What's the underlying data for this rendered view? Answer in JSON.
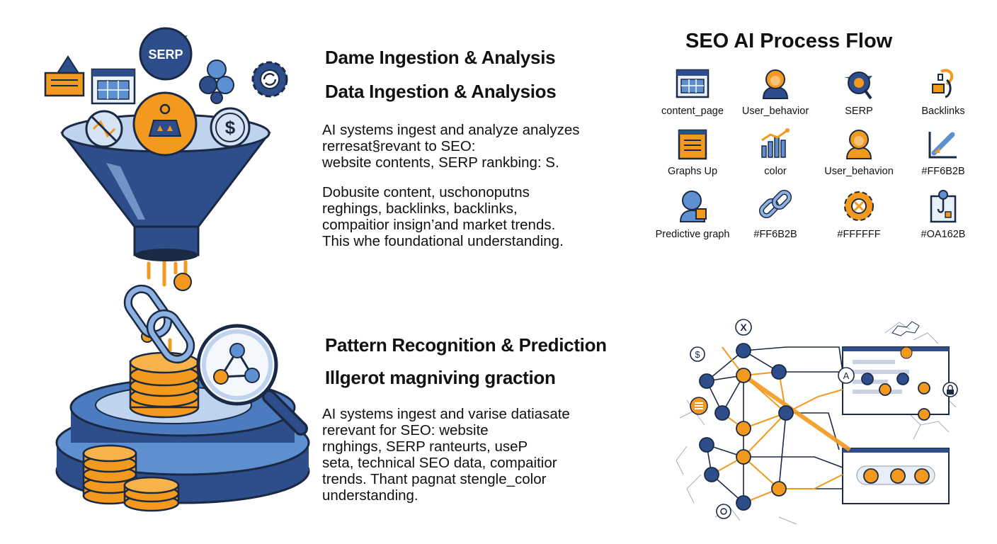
{
  "colors": {
    "navy": "#2D4E8A",
    "orange": "#F39A1E",
    "blue": "#5E8FD0",
    "light_blue": "#BFD3EE",
    "ink": "#1B2A44"
  },
  "illustration": {
    "serp_badge": "SERP"
  },
  "section1": {
    "heading_a": "Dame Ingestion & Analysis",
    "heading_b": "Data Ingestion & Analysios",
    "para1": "AI systems ingest and analyze analyzes\nrerresat§revant to SEO:\nwebsite contents, SERP rankbing: S.",
    "para2": "Dobusite content, uschonoputns\nreghings, backlinks, backlinks,\ncompaitior insign’and market trends.\nThis whe foundational understanding."
  },
  "section2": {
    "heading_a": "Pattern Recognition & Prediction",
    "heading_b": "Illgerot magniving graction",
    "para": "AI systems ingest and varise datiasate\nrerevant for SEO: website\nrnghings, SERP ranteurts, useP\nseta, technical SEO data, compaitior\ntrends. Thant pagnat stengle_color\nunderstanding."
  },
  "flow": {
    "title": "SEO AI Process Flow",
    "items": [
      {
        "label": "content_page",
        "icon": "browser-window-icon"
      },
      {
        "label": "User_behavior",
        "icon": "user-icon"
      },
      {
        "label": "SERP",
        "icon": "serp-target-icon"
      },
      {
        "label": "Backlinks",
        "icon": "backlink-chain-icon"
      },
      {
        "label": "Graphs Up",
        "icon": "document-icon"
      },
      {
        "label": "color",
        "icon": "bar-chart-icon"
      },
      {
        "label": "User_behavion",
        "icon": "user-icon"
      },
      {
        "label": "#FF6B2B",
        "icon": "trend-chart-icon"
      },
      {
        "label": "Predictive graph",
        "icon": "person-icon"
      },
      {
        "label": "#FF6B2B",
        "icon": "link-icon"
      },
      {
        "label": "#FFFFFF",
        "icon": "gear-icon"
      },
      {
        "label": "#OA162B",
        "icon": "phone-hook-icon"
      }
    ]
  },
  "network": {
    "marker_x": "X",
    "marker_dollar": "$",
    "marker_a": "A"
  }
}
